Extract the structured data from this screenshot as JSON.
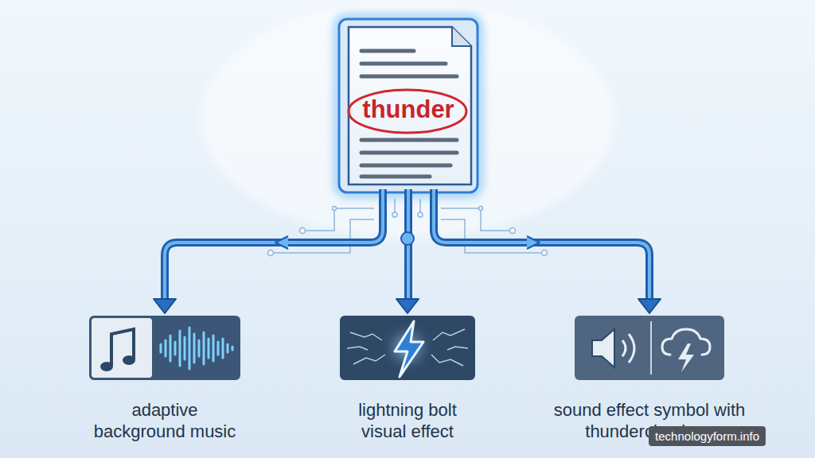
{
  "diagram": {
    "nodes": [
      {
        "text": [
          "thunder"
        ]
      },
      {
        "text": [
          "adaptive background music"
        ]
      },
      {
        "text": [
          "lightning bolt visual effect"
        ]
      },
      {
        "text": [
          "sound effect symbol with thunderclap icon"
        ]
      }
    ],
    "edges": [
      {
        "from": 0,
        "to": 1,
        "arrow": "to"
      },
      {
        "from": 0,
        "to": 2,
        "arrow": "to"
      },
      {
        "from": 0,
        "to": 3,
        "arrow": "to"
      }
    ],
    "labels": [
      "technologyform.info"
    ]
  }
}
